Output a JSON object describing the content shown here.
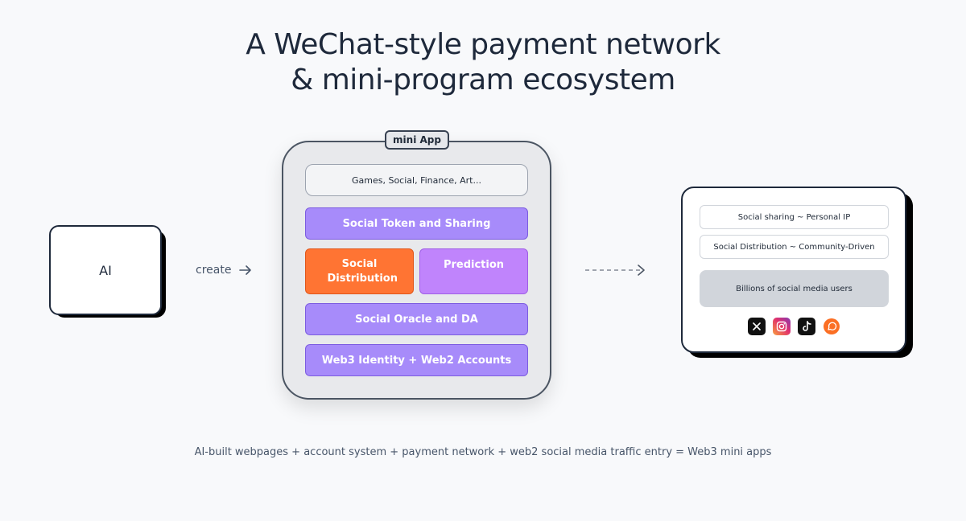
{
  "title": {
    "line1": "A WeChat-style payment network",
    "line2": "& mini-program ecosystem"
  },
  "ai_box": {
    "label": "AI"
  },
  "create_label": "create",
  "mini_app": {
    "tab_label": "mini App",
    "categories": "Games, Social, Finance, Art...",
    "social_token": "Social Token and Sharing",
    "social_distribution": "Social Distribution",
    "prediction": "Prediction",
    "social_oracle": "Social Oracle and DA",
    "identity": "Web3 Identity + Web2 Accounts"
  },
  "social_panel": {
    "sharing": "Social sharing ~ Personal IP",
    "distribution": "Social Distribution ~ Community-Driven",
    "billions": "Billions of social media users",
    "icons": [
      "x-icon",
      "instagram-icon",
      "tiktok-icon",
      "chat-bubble-icon"
    ]
  },
  "footer": "AI-built webpages + account system + payment network + web2 social media traffic entry = Web3 mini apps",
  "colors": {
    "purple_block": "#a78bfa",
    "orange_block": "#ff7433",
    "prediction_block": "#c084fc",
    "background": "#f8f9fb"
  }
}
